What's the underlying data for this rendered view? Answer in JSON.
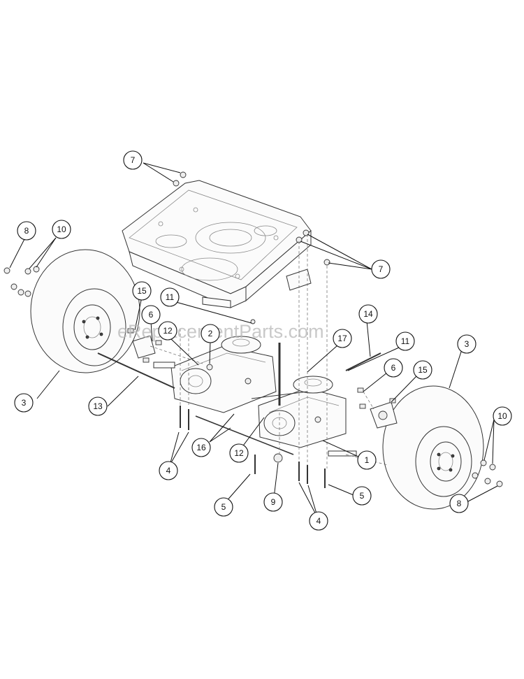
{
  "watermark": "eReplacementParts.com",
  "callouts": [
    {
      "id": "c7-top",
      "label": "7"
    },
    {
      "id": "c8-left",
      "label": "8"
    },
    {
      "id": "c10-left",
      "label": "10"
    },
    {
      "id": "c7-right",
      "label": "7"
    },
    {
      "id": "c15-left",
      "label": "15"
    },
    {
      "id": "c11-left",
      "label": "11"
    },
    {
      "id": "c6-left",
      "label": "6"
    },
    {
      "id": "c12-top",
      "label": "12"
    },
    {
      "id": "c2",
      "label": "2"
    },
    {
      "id": "c17",
      "label": "17"
    },
    {
      "id": "c14",
      "label": "14"
    },
    {
      "id": "c11-right",
      "label": "11"
    },
    {
      "id": "c3-right",
      "label": "3"
    },
    {
      "id": "c6-right",
      "label": "6"
    },
    {
      "id": "c15-right",
      "label": "15"
    },
    {
      "id": "c3-left",
      "label": "3"
    },
    {
      "id": "c13",
      "label": "13"
    },
    {
      "id": "c16",
      "label": "16"
    },
    {
      "id": "c12-bottom",
      "label": "12"
    },
    {
      "id": "c1",
      "label": "1"
    },
    {
      "id": "c4-left",
      "label": "4"
    },
    {
      "id": "c10-right",
      "label": "10"
    },
    {
      "id": "c5-left",
      "label": "5"
    },
    {
      "id": "c9",
      "label": "9"
    },
    {
      "id": "c4-bottom",
      "label": "4"
    },
    {
      "id": "c5-right",
      "label": "5"
    },
    {
      "id": "c8-right",
      "label": "8"
    }
  ]
}
